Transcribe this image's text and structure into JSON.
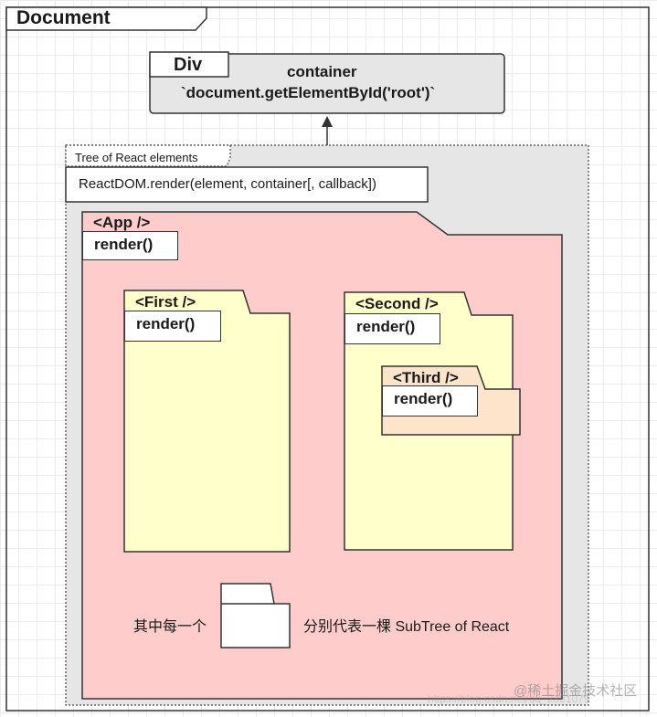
{
  "document": {
    "label": "Document"
  },
  "div_box": {
    "tag": "Div",
    "title": "container",
    "code": "`document.getElementById('root')`"
  },
  "tree": {
    "label": "Tree of React elements",
    "render_call": "ReactDOM.render(element, container[, callback])"
  },
  "app": {
    "tag": "<App />",
    "render": "render()"
  },
  "first": {
    "tag": "<First />",
    "render": "render()"
  },
  "second": {
    "tag": "<Second />",
    "render": "render()"
  },
  "third": {
    "tag": "<Third />",
    "render": "render()"
  },
  "legend": {
    "left_text": "其中每一个",
    "right_text": "分别代表一棵 SubTree of React"
  },
  "watermark": {
    "text": "@稀土掘金技术社区",
    "faint_url": "https://blog.csdn.net/qq_2331079"
  },
  "colors": {
    "app_fill": "#ffcccc",
    "component_fill": "#ffffcc",
    "third_fill": "#ffe4cc",
    "tree_fill": "#e6e6e6",
    "div_fill": "#e6e6e6"
  }
}
